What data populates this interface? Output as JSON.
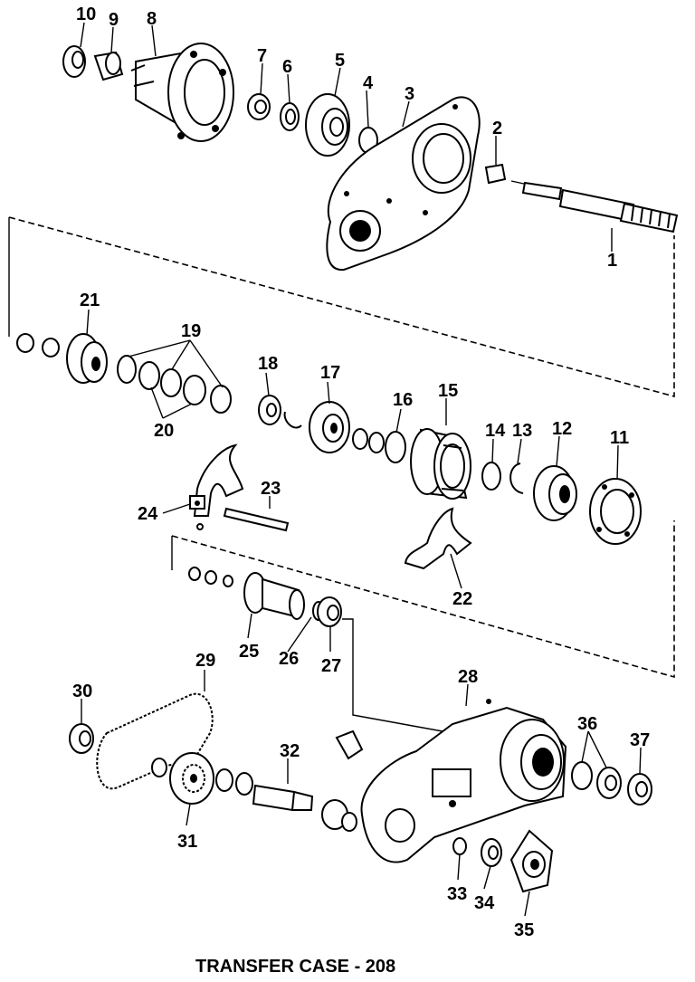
{
  "caption": "TRANSFER CASE - 208",
  "part_labels": [
    "1",
    "2",
    "3",
    "4",
    "5",
    "6",
    "7",
    "8",
    "9",
    "10",
    "11",
    "12",
    "13",
    "14",
    "15",
    "16",
    "17",
    "18",
    "19",
    "20",
    "21",
    "22",
    "23",
    "24",
    "25",
    "26",
    "27",
    "28",
    "29",
    "30",
    "31",
    "32",
    "33",
    "34",
    "35",
    "36",
    "37"
  ]
}
